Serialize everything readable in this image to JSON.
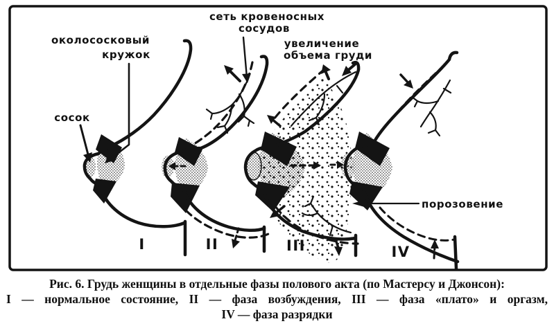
{
  "diagram": {
    "labels": {
      "areola_line1": "околососковый",
      "areola_line2": "кружок",
      "nipple": "сосок",
      "vessels_line1": "сеть  кровеносных",
      "vessels_line2": "сосудов",
      "enlargement_line1": "увеличение",
      "enlargement_line2": "объема груди",
      "flush": "порозовение"
    },
    "phases": [
      {
        "numeral": "I"
      },
      {
        "numeral": "II"
      },
      {
        "numeral": "III"
      },
      {
        "numeral": "IV"
      }
    ]
  },
  "caption": {
    "line1": "Рис. 6. Грудь женщины в отдельные фазы полового акта (по Мастерсу и Джонсон):",
    "line2": "I — нормальное состояние, II — фаза возбуждения, III — фаза «плато» и оргазм,",
    "line3": "IV — фаза разрядки"
  },
  "colors": {
    "ink": "#141414",
    "paper": "#ffffff"
  }
}
